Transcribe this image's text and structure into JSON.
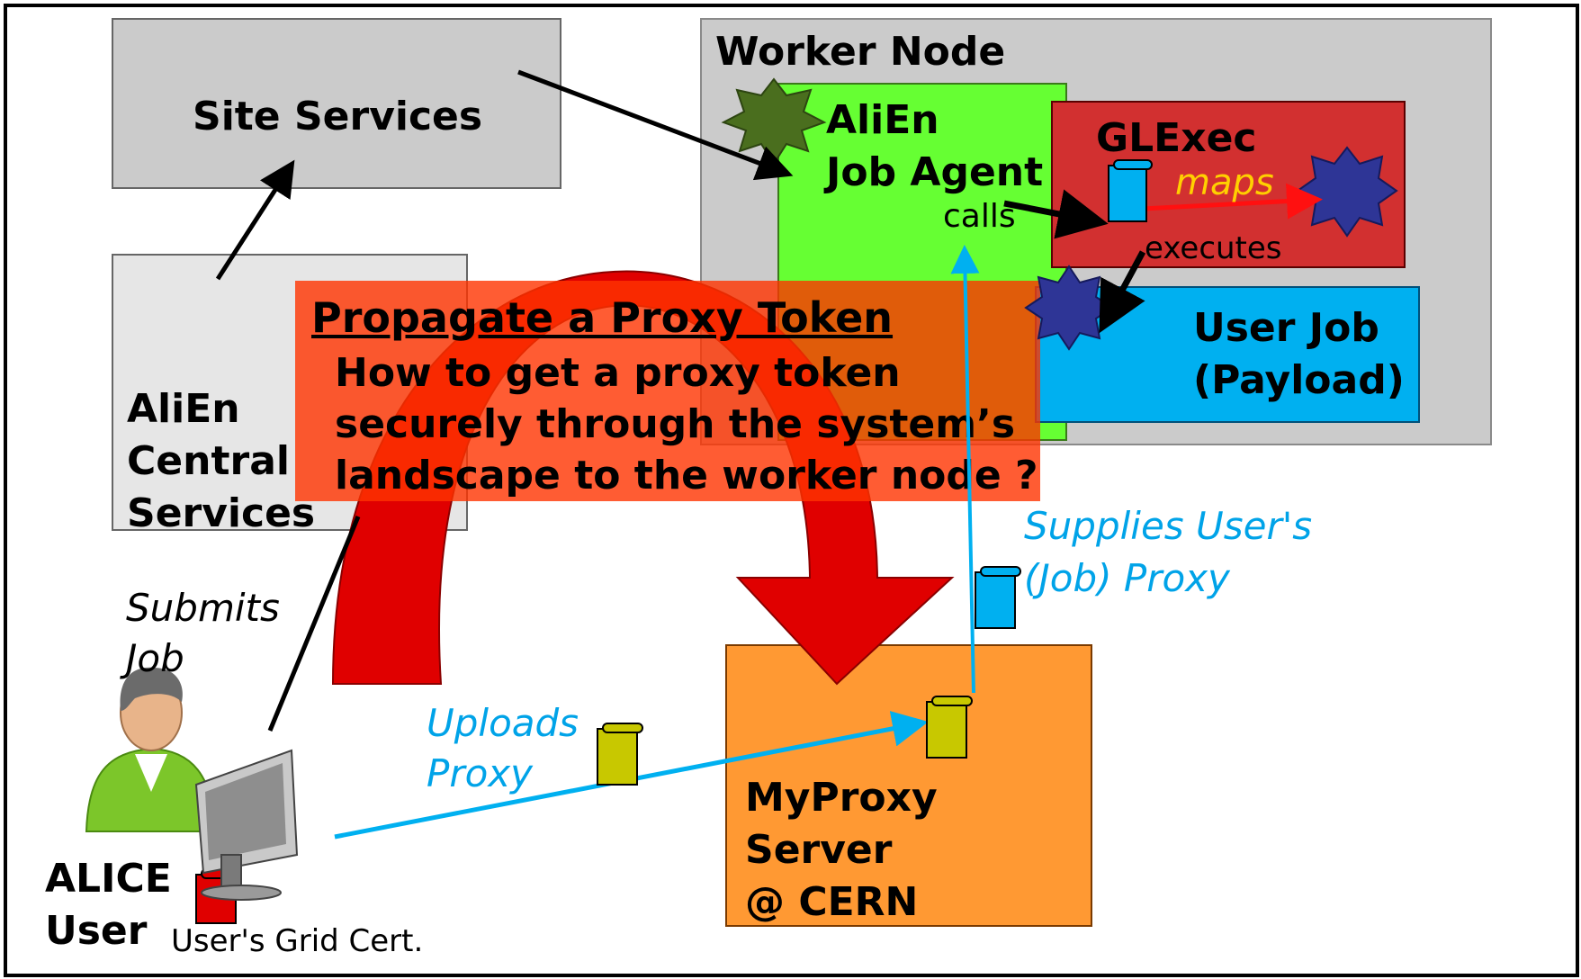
{
  "colors": {
    "gray_box": "#cbcbcb",
    "central_box": "#e6e6e6",
    "alien_green": "#66ff33",
    "glexec_red": "#d23030",
    "user_job_blue": "#00b0f0",
    "myproxy_orange": "#ff9933",
    "banner_orange": "#ff3300",
    "big_arrow_red": "#e00000",
    "cyan_text": "#00a3e8",
    "maps_yellow": "#ffd000"
  },
  "boxes": {
    "site_services": "Site Services",
    "central_services": "AliEn\nCentral\nServices",
    "worker_node": "Worker Node",
    "job_agent": "AliEn\nJob Agent",
    "glexec": "GLExec",
    "user_job": "User Job\n(Payload)",
    "myproxy": "MyProxy\nServer\n@ CERN"
  },
  "labels": {
    "calls": "calls",
    "maps": "maps",
    "executes": "executes",
    "supplies": "Supplies User's\n(Job) Proxy",
    "uploads": "Uploads\n   Proxy",
    "submits": "Submits\n      Job",
    "user": "ALICE\nUser",
    "grid_cert": "User's Grid Cert."
  },
  "banner": {
    "title": "Propagate a Proxy Token",
    "body": "How to get a proxy token\nsecurely through the system’s\nlandscape to the worker node ?"
  },
  "icons": [
    "user-computer-icon",
    "proxy-scroll-icon",
    "identity-star-icon"
  ]
}
